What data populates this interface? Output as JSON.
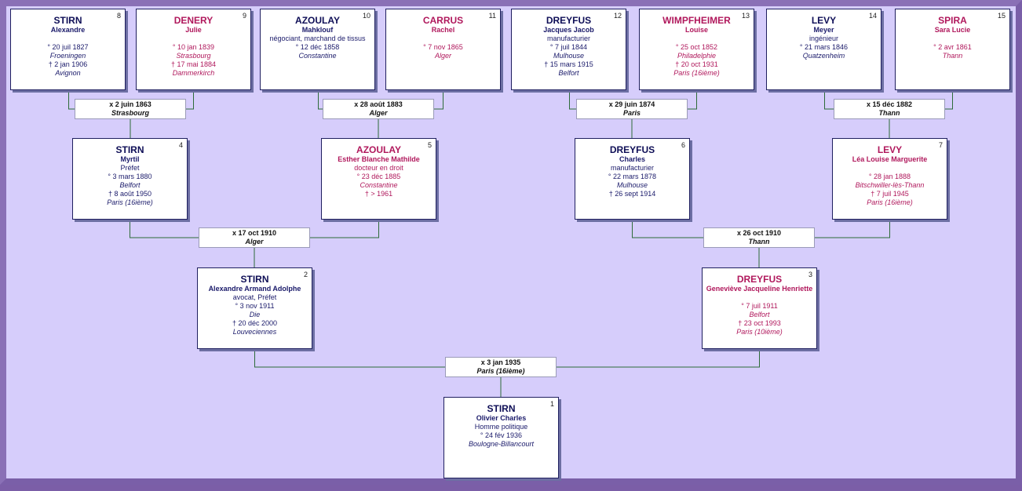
{
  "persons": [
    {
      "num": "8",
      "surname": "STIRN",
      "given": "Alexandre",
      "sex": "m",
      "lines": [
        {
          "t": ""
        },
        {
          "t": "° 20 juil 1827"
        },
        {
          "t": "Froeningen",
          "i": true
        },
        {
          "t": "† 2 jan 1906"
        },
        {
          "t": "Avignon",
          "i": true
        }
      ]
    },
    {
      "num": "9",
      "surname": "DENERY",
      "given": "Julie",
      "sex": "f",
      "lines": [
        {
          "t": ""
        },
        {
          "t": "° 10 jan 1839"
        },
        {
          "t": "Strasbourg",
          "i": true
        },
        {
          "t": "† 17 mai 1884"
        },
        {
          "t": "Dammerkirch",
          "i": true
        }
      ]
    },
    {
      "num": "10",
      "surname": "AZOULAY",
      "given": "Mahklouf",
      "sex": "m",
      "lines": [
        {
          "t": "négociant, marchand de tissus"
        },
        {
          "t": "° 12 déc 1858"
        },
        {
          "t": "Constantine",
          "i": true
        }
      ]
    },
    {
      "num": "11",
      "surname": "CARRUS",
      "given": "Rachel",
      "sex": "f",
      "lines": [
        {
          "t": ""
        },
        {
          "t": "° 7 nov 1865"
        },
        {
          "t": "Alger",
          "i": true
        }
      ]
    },
    {
      "num": "12",
      "surname": "DREYFUS",
      "given": "Jacques Jacob",
      "sex": "m",
      "lines": [
        {
          "t": "manufacturier"
        },
        {
          "t": "° 7 juil 1844"
        },
        {
          "t": "Mulhouse",
          "i": true
        },
        {
          "t": "† 15 mars 1915"
        },
        {
          "t": "Belfort",
          "i": true
        }
      ]
    },
    {
      "num": "13",
      "surname": "WIMPFHEIMER",
      "given": "Louise",
      "sex": "f",
      "lines": [
        {
          "t": ""
        },
        {
          "t": "° 25 oct 1852"
        },
        {
          "t": "Philadelphie",
          "i": true
        },
        {
          "t": "† 20 oct 1931"
        },
        {
          "t": "Paris (16ième)",
          "i": true
        }
      ]
    },
    {
      "num": "14",
      "surname": "LEVY",
      "given": "Meyer",
      "sex": "m",
      "lines": [
        {
          "t": "ingénieur"
        },
        {
          "t": "° 21 mars 1846"
        },
        {
          "t": "Quatzenheim",
          "i": true
        }
      ]
    },
    {
      "num": "15",
      "surname": "SPIRA",
      "given": "Sara Lucie",
      "sex": "f",
      "lines": [
        {
          "t": ""
        },
        {
          "t": "° 2 avr 1861"
        },
        {
          "t": "Thann",
          "i": true
        }
      ]
    },
    {
      "num": "4",
      "surname": "STIRN",
      "given": "Myrtil",
      "sex": "m",
      "lines": [
        {
          "t": "Préfet"
        },
        {
          "t": "° 3 mars 1880"
        },
        {
          "t": "Belfort",
          "i": true
        },
        {
          "t": "† 8 août 1950"
        },
        {
          "t": "Paris (16ième)",
          "i": true
        }
      ]
    },
    {
      "num": "5",
      "surname": "AZOULAY",
      "given": "Esther Blanche Mathilde",
      "sex": "f",
      "lines": [
        {
          "t": "docteur en droit"
        },
        {
          "t": "° 23 déc 1885"
        },
        {
          "t": "Constantine",
          "i": true
        },
        {
          "t": "† > 1961"
        }
      ]
    },
    {
      "num": "6",
      "surname": "DREYFUS",
      "given": "Charles",
      "sex": "m",
      "lines": [
        {
          "t": "manufacturier"
        },
        {
          "t": "° 22 mars 1878"
        },
        {
          "t": "Mulhouse",
          "i": true
        },
        {
          "t": "† 26 sept 1914"
        }
      ]
    },
    {
      "num": "7",
      "surname": "LEVY",
      "given": "Léa Louise Marguerite",
      "sex": "f",
      "lines": [
        {
          "t": ""
        },
        {
          "t": "° 28 jan 1888"
        },
        {
          "t": "Bitschwiller-lès-Thann",
          "i": true
        },
        {
          "t": "† 7 juil 1945"
        },
        {
          "t": "Paris (16ième)",
          "i": true
        }
      ]
    },
    {
      "num": "2",
      "surname": "STIRN",
      "given": "Alexandre Armand Adolphe",
      "sex": "m",
      "lines": [
        {
          "t": "avocat, Préfet"
        },
        {
          "t": "° 3 nov 1911"
        },
        {
          "t": "Die",
          "i": true
        },
        {
          "t": "† 20 déc 2000"
        },
        {
          "t": "Louveciennes",
          "i": true
        }
      ]
    },
    {
      "num": "3",
      "surname": "DREYFUS",
      "given": "Geneviève Jacqueline Henriette",
      "sex": "f",
      "lines": [
        {
          "t": ""
        },
        {
          "t": "° 7 juil 1911"
        },
        {
          "t": "Belfort",
          "i": true
        },
        {
          "t": "† 23 oct 1993"
        },
        {
          "t": "Paris (10ième)",
          "i": true
        }
      ]
    },
    {
      "num": "1",
      "surname": "STIRN",
      "given": "Olivier Charles",
      "sex": "m",
      "lines": [
        {
          "t": "Homme politique"
        },
        {
          "t": "° 24 fév 1936"
        },
        {
          "t": "Boulogne-Billancourt",
          "i": true
        }
      ]
    }
  ],
  "marriages": [
    {
      "date": "x 2 juin 1863",
      "place": "Strasbourg"
    },
    {
      "date": "x 28 août 1883",
      "place": "Alger"
    },
    {
      "date": "x 29 juin 1874",
      "place": "Paris"
    },
    {
      "date": "x 15 déc 1882",
      "place": "Thann"
    },
    {
      "date": "x 17 oct 1910",
      "place": "Alger"
    },
    {
      "date": "x 26 oct 1910",
      "place": "Thann"
    },
    {
      "date": "x 3 jan 1935",
      "place": "Paris (16ième)"
    }
  ]
}
